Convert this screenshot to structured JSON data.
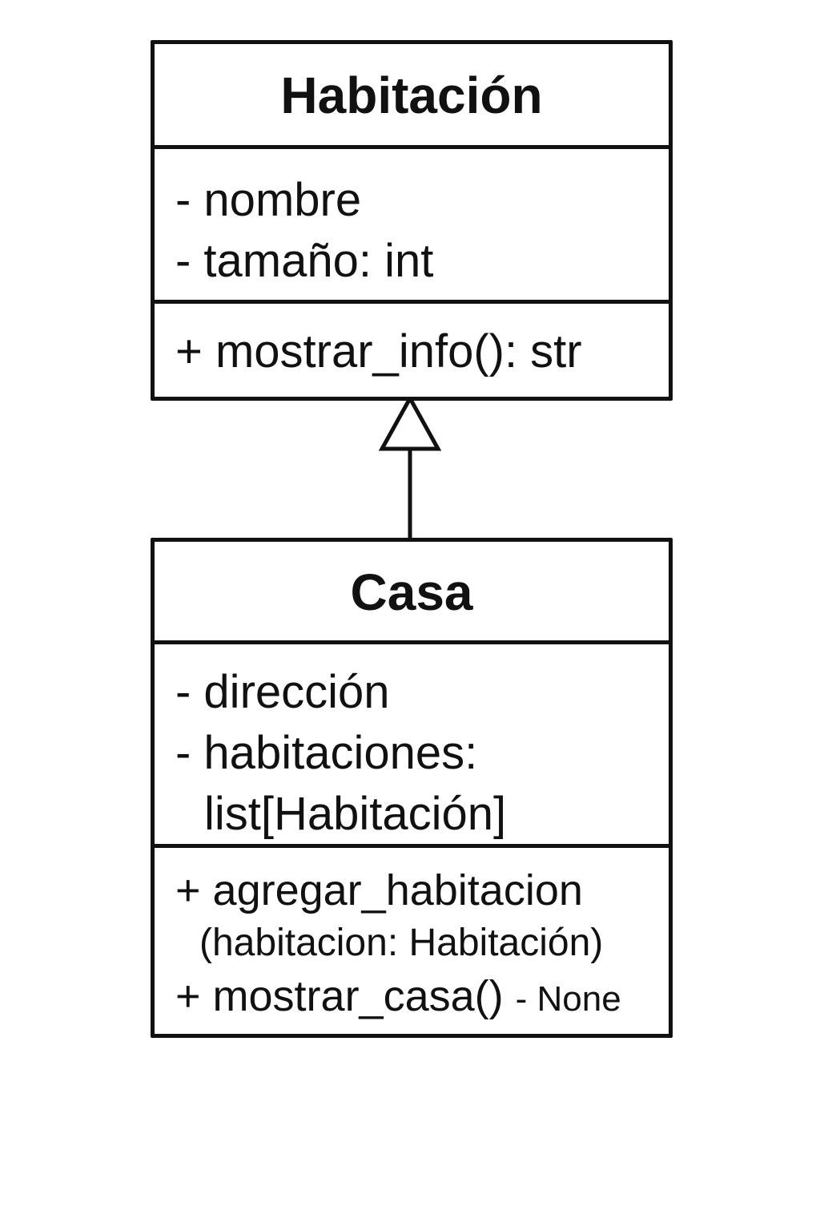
{
  "classes": [
    {
      "name": "Habitación",
      "attributes": [
        "- nombre",
        "- tamaño: int"
      ],
      "methods": [
        "+ mostrar_info(): str"
      ]
    },
    {
      "name": "Casa",
      "attributes": [
        "- dirección",
        "- habitaciones:",
        "list[Habitación]"
      ],
      "methods": [
        "+ agregar_habitacion",
        "(habitacion: Habitación)",
        "+ mostrar_casa() ",
        "- None"
      ]
    }
  ],
  "relationship": {
    "type": "generalization",
    "from": "Casa",
    "to": "Habitación"
  }
}
